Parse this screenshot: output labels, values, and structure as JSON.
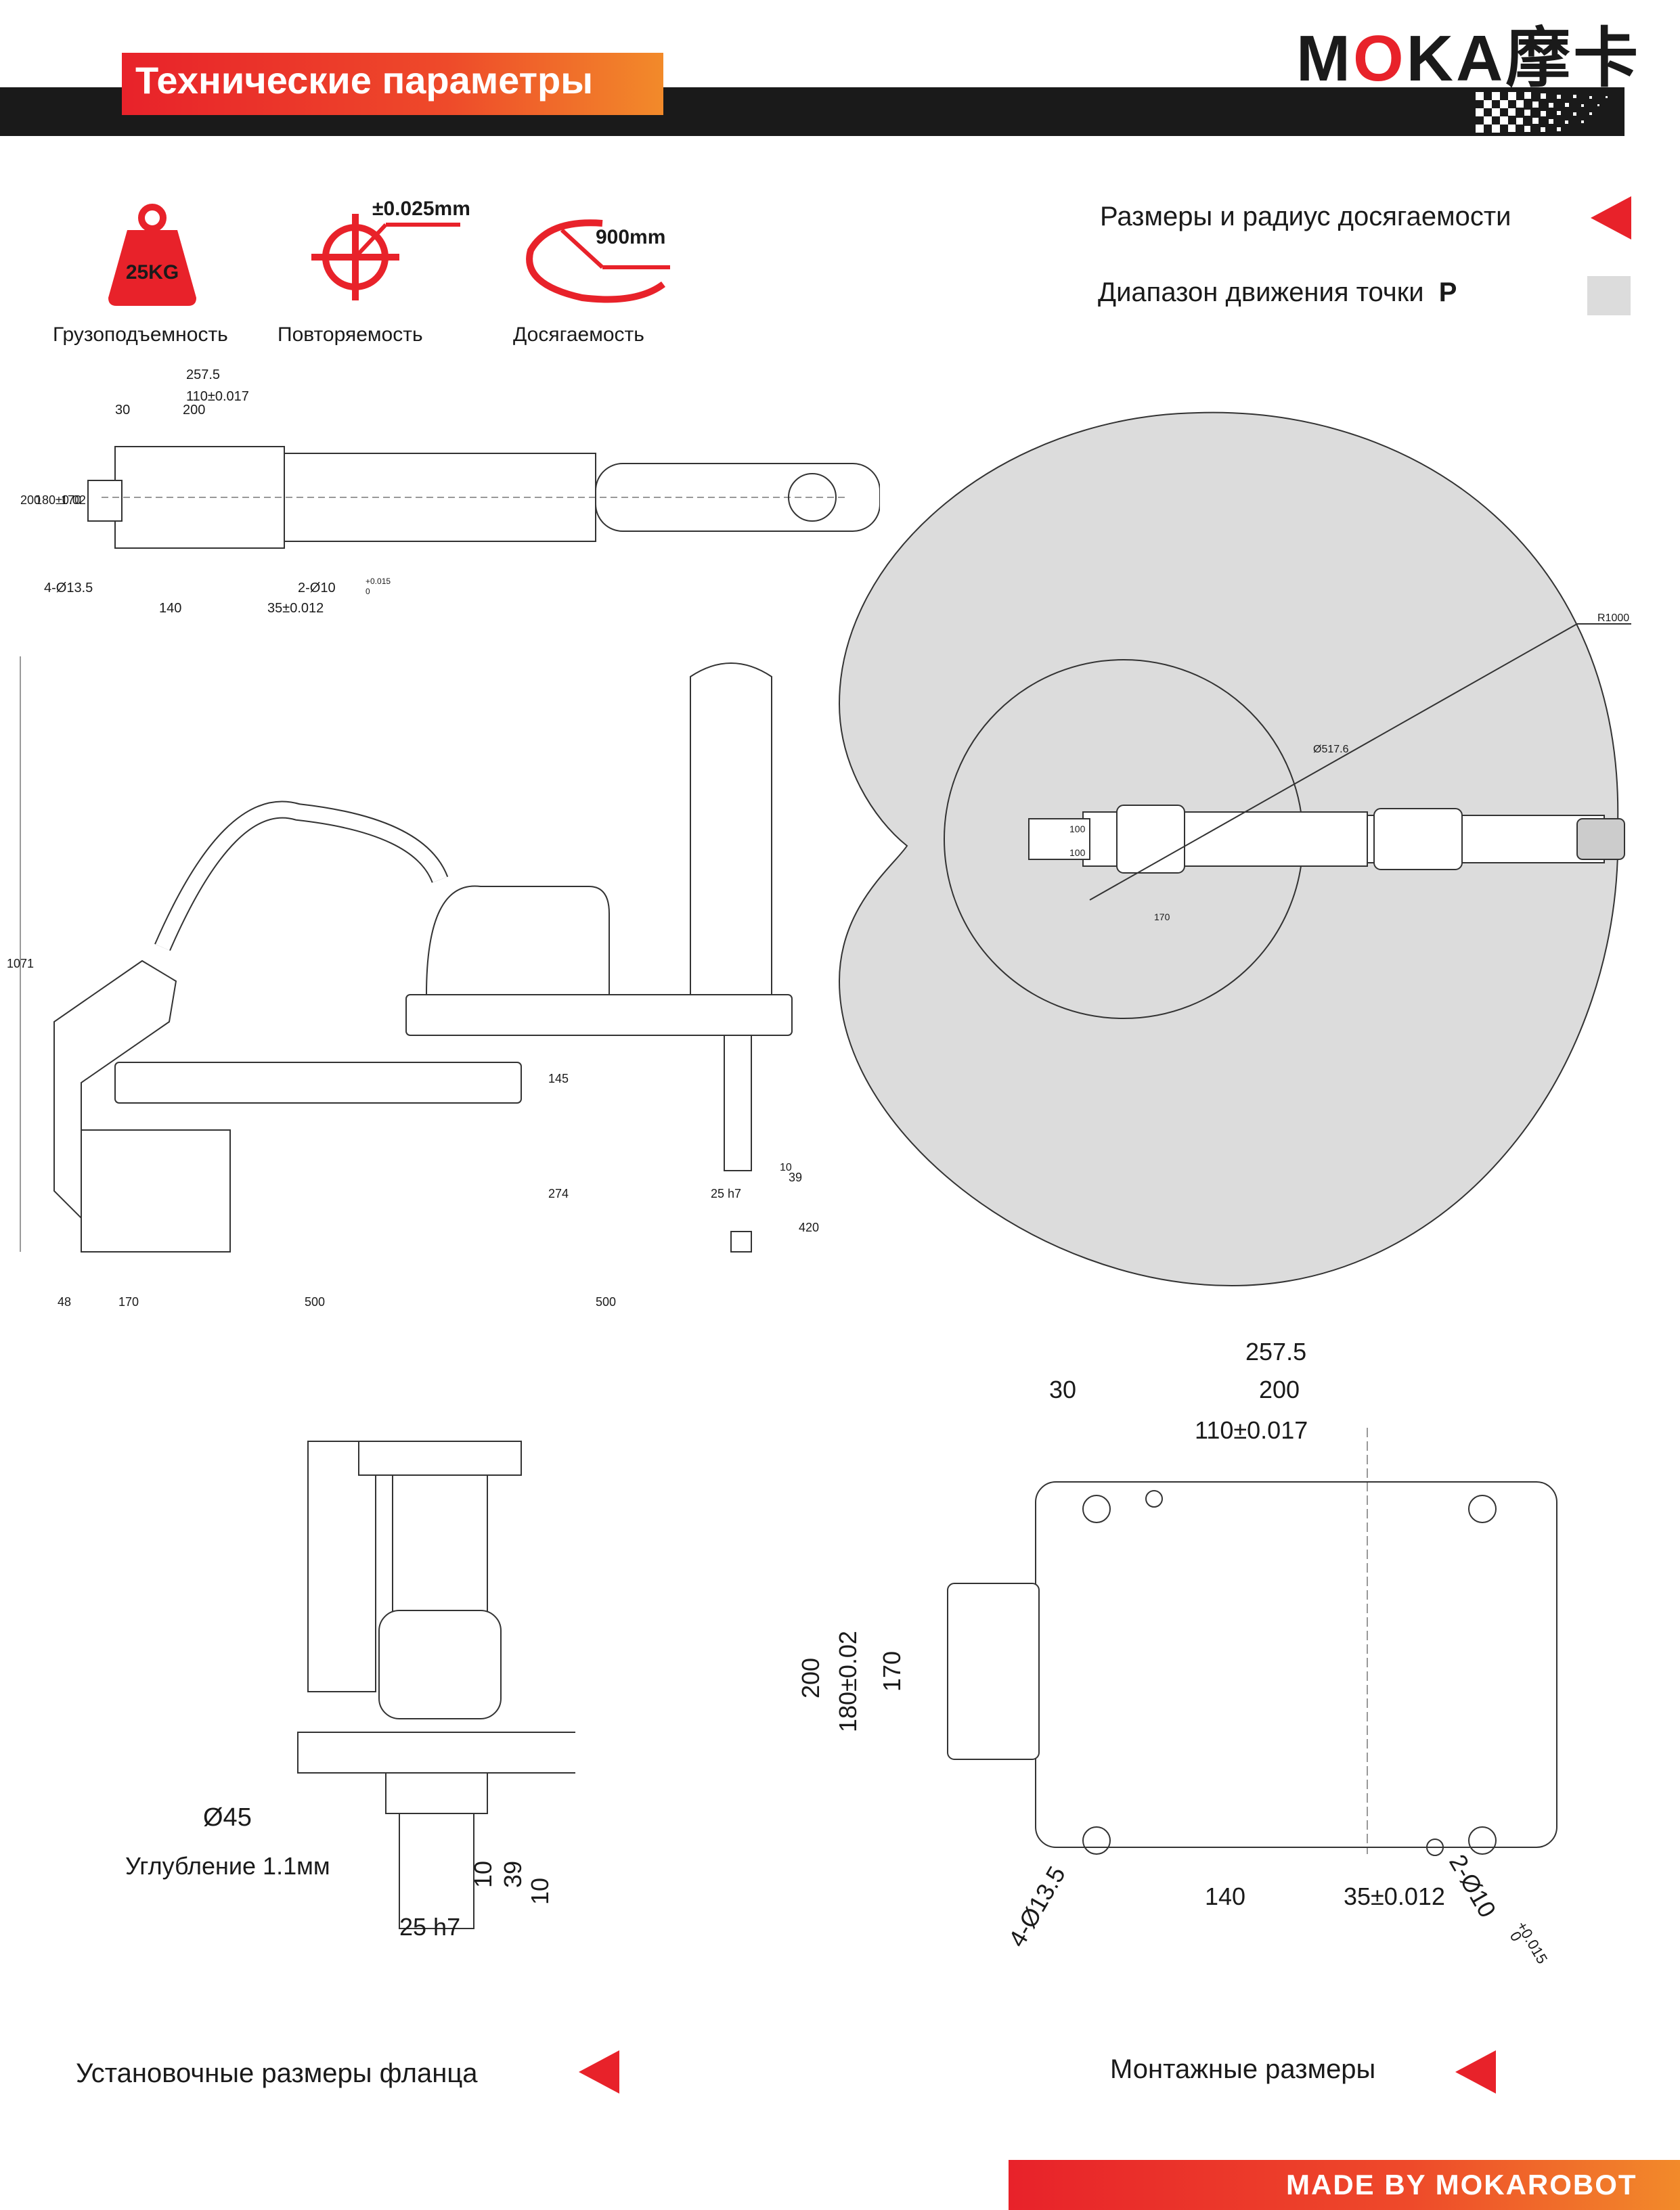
{
  "header": {
    "title": "Технические параметры"
  },
  "logo": {
    "latin_m": "M",
    "latin_o": "O",
    "latin_ka": "KA",
    "cjk": "摩卡"
  },
  "specs": [
    {
      "icon": "weight-icon",
      "value": "25KG",
      "caption": "Грузоподъемность"
    },
    {
      "icon": "crosshair-icon",
      "value": "±0.025mm",
      "caption": "Повторяемость"
    },
    {
      "icon": "reach-arc-icon",
      "value": "900mm",
      "caption": "Досягаемость"
    }
  ],
  "legend": {
    "dimensions_label": "Размеры и радиус досягаемости",
    "motion_range_label": "Диапазон движения точки",
    "motion_point": "P"
  },
  "top_view": {
    "d1": "257.5",
    "d2": "110±0.017",
    "d3": "30",
    "d4": "200",
    "d5": "200",
    "d6": "180±0.02",
    "d7": "170",
    "d8": "4-Ø13.5",
    "d9": "2-Ø10",
    "d10": "+0.015",
    "d11": "0",
    "d12": "140",
    "d13": "35±0.012"
  },
  "side_view": {
    "h_total": "1071",
    "h1": "145",
    "h2": "274",
    "h3": "39",
    "h4": "10",
    "h5": "420",
    "flange": "25 h7",
    "w1": "48",
    "w2": "170",
    "w3": "500",
    "w4": "500"
  },
  "reach_view": {
    "r": "R1000",
    "d": "Ø517.6",
    "a": "100",
    "b": "100",
    "c": "170"
  },
  "flange_view": {
    "d": "Ø45",
    "recess": "Углубление 1.1мм",
    "v1": "10",
    "v2": "39",
    "v3": "10",
    "shaft": "25 h7"
  },
  "mount_view": {
    "w": "257.5",
    "w1": "30",
    "w2": "200",
    "w3": "110±0.017",
    "h1": "200",
    "h2": "180±0.02",
    "h3": "170",
    "b1": "140",
    "b2": "35±0.012",
    "hole1": "4-Ø13.5",
    "hole2": "2-Ø10",
    "tol_hi": "+0.015",
    "tol_lo": "0"
  },
  "captions": {
    "flange": "Установочные размеры фланца",
    "mounting": "Монтажные размеры"
  },
  "footer": {
    "text": "MADE BY MOKAROBOT"
  },
  "colors": {
    "accent": "#e8222a",
    "accent_end": "#f28a2a",
    "dark": "#1a1a1a",
    "range_fill": "#dcdcdc"
  }
}
